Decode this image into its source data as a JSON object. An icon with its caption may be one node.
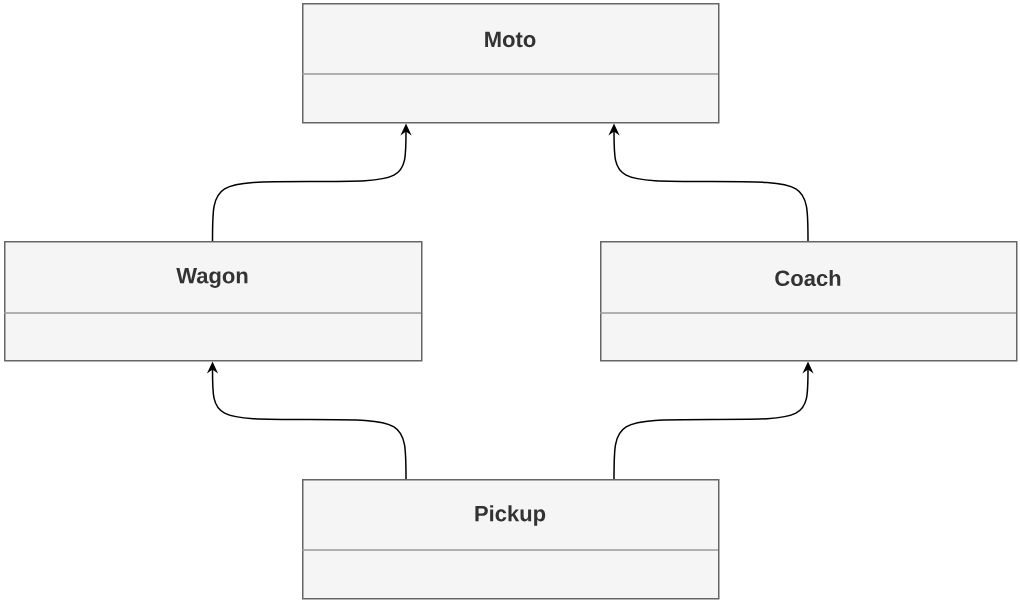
{
  "diagram": {
    "nodes": [
      {
        "text": [
          "Moto"
        ]
      },
      {
        "text": [
          "Wagon"
        ]
      },
      {
        "text": [
          "Coach"
        ]
      },
      {
        "text": [
          "Pickup"
        ]
      }
    ],
    "edges": [
      {
        "from": 1,
        "to": 0,
        "arrow": "to"
      },
      {
        "from": 2,
        "to": 0,
        "arrow": "to"
      },
      {
        "from": 3,
        "to": 1,
        "arrow": "to"
      },
      {
        "from": 3,
        "to": 2,
        "arrow": "to"
      }
    ]
  }
}
